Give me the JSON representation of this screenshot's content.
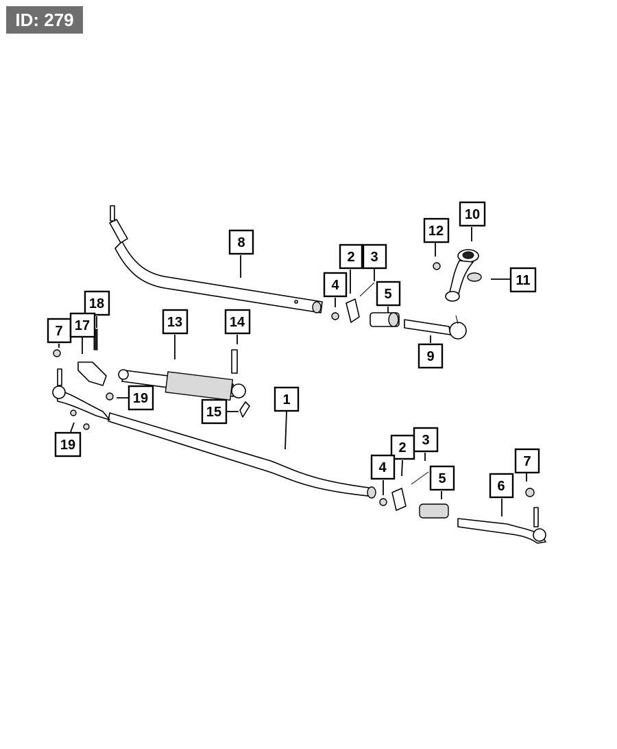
{
  "badge": {
    "text": "ID: 279"
  },
  "callouts": [
    {
      "id": "c8",
      "label": "8"
    },
    {
      "id": "c2a",
      "label": "2"
    },
    {
      "id": "c3a",
      "label": "3"
    },
    {
      "id": "c4a",
      "label": "4"
    },
    {
      "id": "c5a",
      "label": "5"
    },
    {
      "id": "c12",
      "label": "12"
    },
    {
      "id": "c10",
      "label": "10"
    },
    {
      "id": "c11",
      "label": "11"
    },
    {
      "id": "c9",
      "label": "9"
    },
    {
      "id": "c18",
      "label": "18"
    },
    {
      "id": "c7a",
      "label": "7"
    },
    {
      "id": "c17",
      "label": "17"
    },
    {
      "id": "c13",
      "label": "13"
    },
    {
      "id": "c14",
      "label": "14"
    },
    {
      "id": "c19a",
      "label": "19"
    },
    {
      "id": "c15",
      "label": "15"
    },
    {
      "id": "c19b",
      "label": "19"
    },
    {
      "id": "c1",
      "label": "1"
    },
    {
      "id": "c2b",
      "label": "2"
    },
    {
      "id": "c3b",
      "label": "3"
    },
    {
      "id": "c4b",
      "label": "4"
    },
    {
      "id": "c5b",
      "label": "5"
    },
    {
      "id": "c6",
      "label": "6"
    },
    {
      "id": "c7b",
      "label": "7"
    }
  ]
}
